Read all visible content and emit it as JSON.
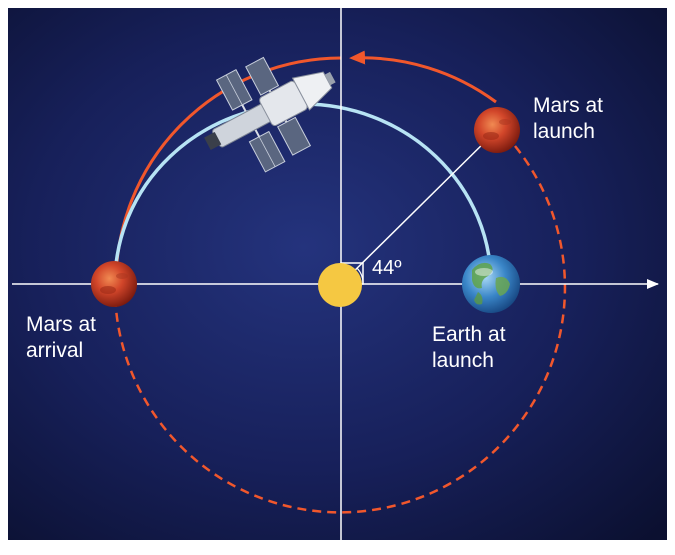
{
  "diagram": {
    "labels": {
      "mars_at_arrival": "Mars at\narrival",
      "mars_at_launch": "Mars at\nlaunch",
      "earth_at_launch": "Earth at\nlaunch",
      "angle": "44º"
    },
    "angle_degrees": 44,
    "bodies": [
      "sun",
      "earth",
      "mars",
      "spacecraft"
    ],
    "colors": {
      "background_center": "#23307a",
      "background_edge": "#0b1030",
      "frame": "#ffffff",
      "axis": "#ffffff",
      "transfer_orbit": "#b7e3f4",
      "mars_orbit": "#f1572c",
      "sun": "#f5c842",
      "mars": "#d2462a",
      "earth": "#3a86c8"
    }
  }
}
